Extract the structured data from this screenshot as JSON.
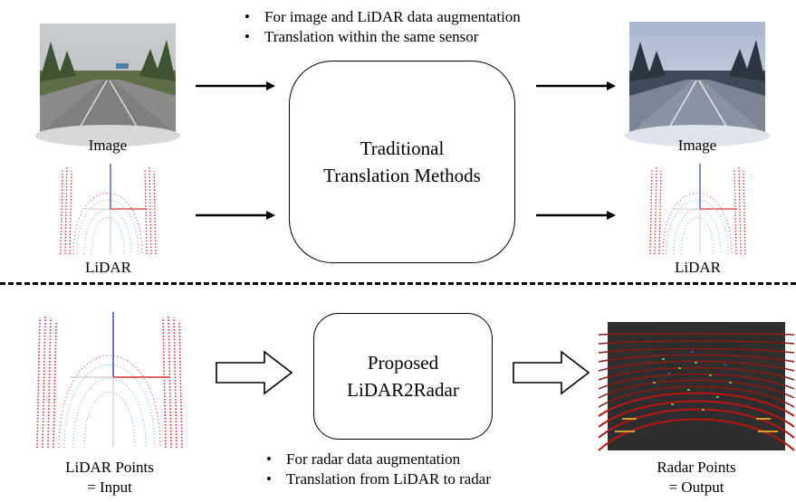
{
  "top_bullets": [
    "For image and LiDAR data augmentation",
    "Translation within the same sensor"
  ],
  "top_box": {
    "line1": "Traditional",
    "line2": "Translation Methods"
  },
  "left_top_image_caption": "Image",
  "left_top_lidar_caption": "LiDAR",
  "right_top_image_caption": "Image",
  "right_top_lidar_caption": "LiDAR",
  "bottom_box": {
    "line1": "Proposed",
    "line2": "LiDAR2Radar"
  },
  "bottom_bullets": [
    "For radar data augmentation",
    "Translation from LiDAR to radar"
  ],
  "input_caption": {
    "line1": "LiDAR Points",
    "line2": "= Input"
  },
  "output_caption": {
    "line1": "Radar Points",
    "line2": "= Output"
  }
}
